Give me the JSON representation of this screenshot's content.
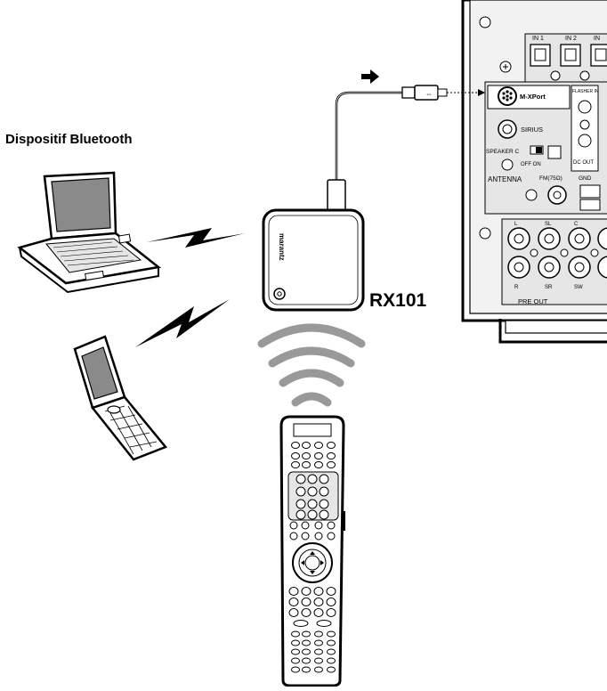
{
  "labels": {
    "bluetooth_device": "Dispositif Bluetooth",
    "receiver_model": "RX101",
    "receiver_brand": "marantz"
  },
  "amplifier_panel": {
    "input_labels": [
      "IN 1",
      "IN 2",
      "IN"
    ],
    "m_xport": "M-XPort",
    "sirius": "SIRIUS",
    "speaker": "SPEAKER C",
    "off_on": "OFF ON",
    "antenna": "ANTENNA",
    "fm": "FM(75Ω)",
    "gnd": "GND",
    "dc_out": "DC OUT",
    "flasher": "FLASHER IN",
    "preout_top": [
      "L",
      "SL",
      "C"
    ],
    "preout_bottom": [
      "R",
      "SR",
      "SW"
    ],
    "pre_out": "PRE OUT"
  },
  "colors": {
    "line": "#000000",
    "panel_fill": "#ffffff",
    "panel_shade": "#e6e6e6",
    "screen": "#8a8a8a",
    "signal": "#999999"
  }
}
